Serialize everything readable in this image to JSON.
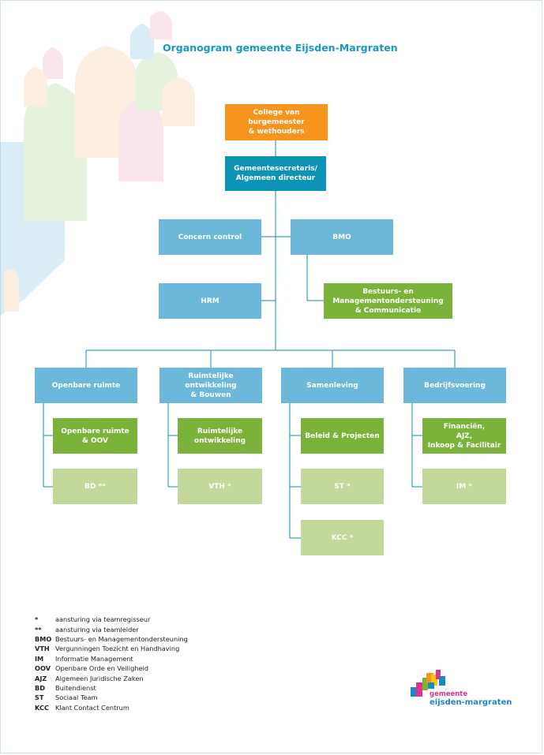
{
  "title": "Organogram gemeente Eijsden-Margraten",
  "colors": {
    "title": "#1899c2",
    "top": "#f7941d",
    "secretary": "#0e93b8",
    "unit": "#6cb8da",
    "team": "#7bb33a",
    "team_light": "#c2d99b"
  },
  "nodes": {
    "college": "College van\nburgemeester\n& wethouders",
    "secretaris": "Gemeentesecretaris/\nAlgemeen directeur",
    "concern_control": "Concern control",
    "bmo": "BMO",
    "bmo_team": "Bestuurs- en\nManagementondersteuning\n& Communicatie",
    "hrm": "HRM",
    "openbare_ruimte": "Openbare ruimte",
    "ruimtelijke": "Ruimtelijke\nontwikkeling\n& Bouwen",
    "samenleving": "Samenleving",
    "bedrijfsvoering": "Bedrijfsvoering",
    "or_oov": "Openbare ruimte\n& OOV",
    "bd": "BD **",
    "ro": "Ruimtelijke\nontwikkeling",
    "vth": "VTH *",
    "beleid": "Beleid & Projecten",
    "st": "ST *",
    "kcc": "KCC *",
    "financien": "Financiën,\nAJZ,\nInkoop & Facilitair",
    "im": "IM *"
  },
  "legend": [
    {
      "abbr": "*",
      "text": "aansturing via teamregisseur"
    },
    {
      "abbr": "**",
      "text": "aansturing via teamleider"
    },
    {
      "abbr": "BMO",
      "text": "Bestuurs- en Managementondersteuning"
    },
    {
      "abbr": "VTH",
      "text": "Vergunningen Toezicht en Handhaving"
    },
    {
      "abbr": "IM",
      "text": "Informatie Management"
    },
    {
      "abbr": "OOV",
      "text": "Openbare Orde en Veiligheid"
    },
    {
      "abbr": "AJZ",
      "text": "Algemeen Juridische Zaken"
    },
    {
      "abbr": "BD",
      "text": "Buitendienst"
    },
    {
      "abbr": "ST",
      "text": "Sociaal Team"
    },
    {
      "abbr": "KCC",
      "text": "Klant Contact Centrum"
    }
  ],
  "logo": {
    "line1": "gemeente",
    "line2": "eijsden-margraten"
  }
}
